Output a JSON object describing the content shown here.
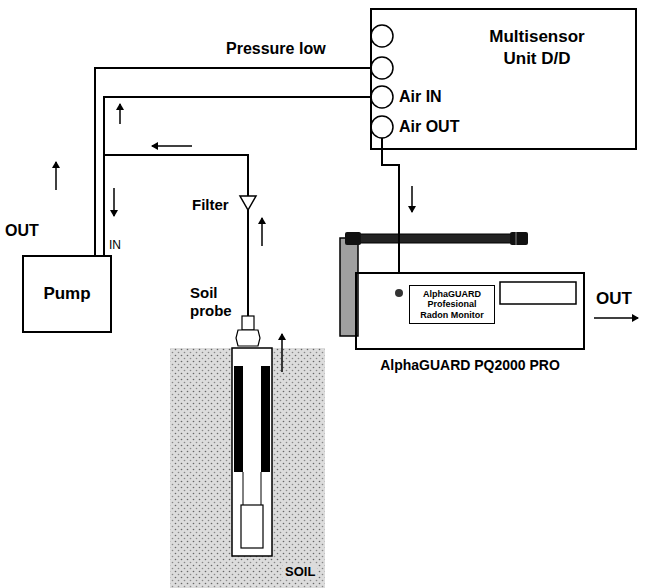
{
  "diagram": {
    "nodes": [
      {
        "text": [
          "Multisensor Unit D/D"
        ]
      },
      {
        "text": [
          "Pump"
        ]
      },
      {
        "text": [
          "AlphaGUARD PQ2000 PRO"
        ]
      },
      {
        "text": [
          "AlphaGUARD Profesional Radon Monitor"
        ],
        "in": 2
      }
    ],
    "edges": [
      {
        "from": 1,
        "to": 0,
        "arrow": "none"
      },
      {
        "from": 0,
        "to": 1,
        "arrow": "none"
      },
      {
        "from": 0,
        "to": 2,
        "arrow": "none"
      }
    ],
    "labels": [
      "Pressure low",
      "Air IN",
      "Air OUT",
      "OUT",
      "IN",
      "Filter",
      "Soil probe",
      "SOIL",
      "OUT"
    ]
  }
}
